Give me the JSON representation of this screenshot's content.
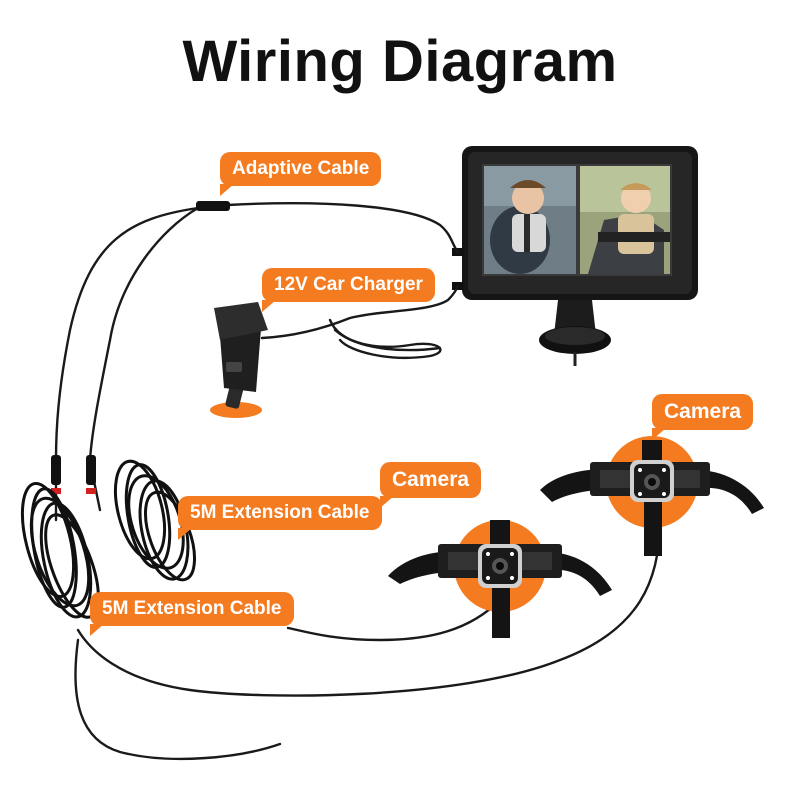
{
  "title": "Wiring Diagram",
  "labels": {
    "adaptive_cable": "Adaptive Cable",
    "car_charger": "12V Car Charger",
    "extension_cable_1": "5M Extension Cable",
    "extension_cable_2": "5M Extension Cable",
    "camera_1": "Camera",
    "camera_2": "Camera"
  },
  "colors": {
    "accent": "#f47b20",
    "cable": "#1a1a1a",
    "title": "#111111"
  }
}
